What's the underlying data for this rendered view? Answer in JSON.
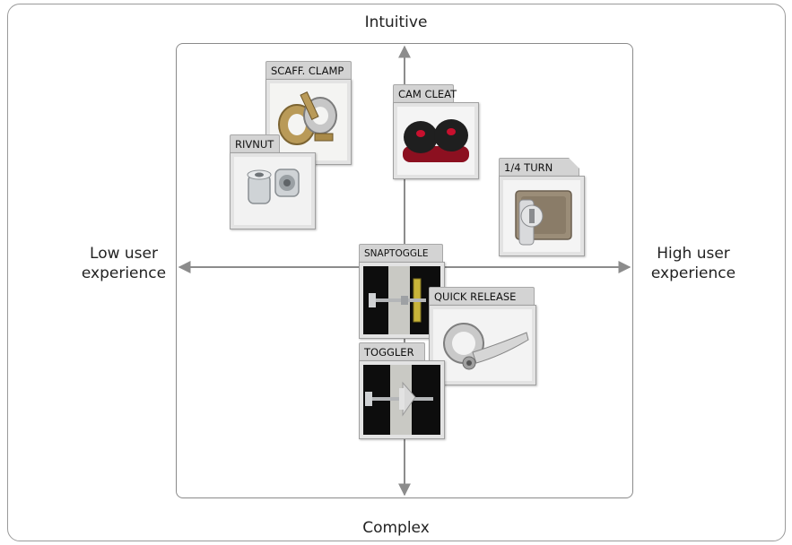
{
  "axes": {
    "top": "Intuitive",
    "bottom": "Complex",
    "left": [
      "Low user",
      "experience"
    ],
    "right": [
      "High user",
      "experience"
    ]
  },
  "items": {
    "scaff_clamp": "SCAFF. CLAMP",
    "cam_cleat": "CAM CLEAT",
    "rivnut": "RIVNUT",
    "quarter_turn": "1/4 TURN",
    "snaptoggle": "SNAPTOGGLE",
    "quick_release": "QUICK RELEASE",
    "toggler": "TOGGLER"
  },
  "icons": {
    "scaff_clamp": "scaffold-clamp-icon",
    "cam_cleat": "cam-cleat-icon",
    "rivnut": "rivnut-icon",
    "quarter_turn": "quarter-turn-latch-icon",
    "snaptoggle": "snaptoggle-anchor-icon",
    "quick_release": "quick-release-clamp-icon",
    "toggler": "toggler-anchor-icon"
  },
  "colors": {
    "frame": "#e3e3e3",
    "tab": "#d3d3d3",
    "axis": "#8c8c8c",
    "cleat_red": "#c8102e"
  }
}
